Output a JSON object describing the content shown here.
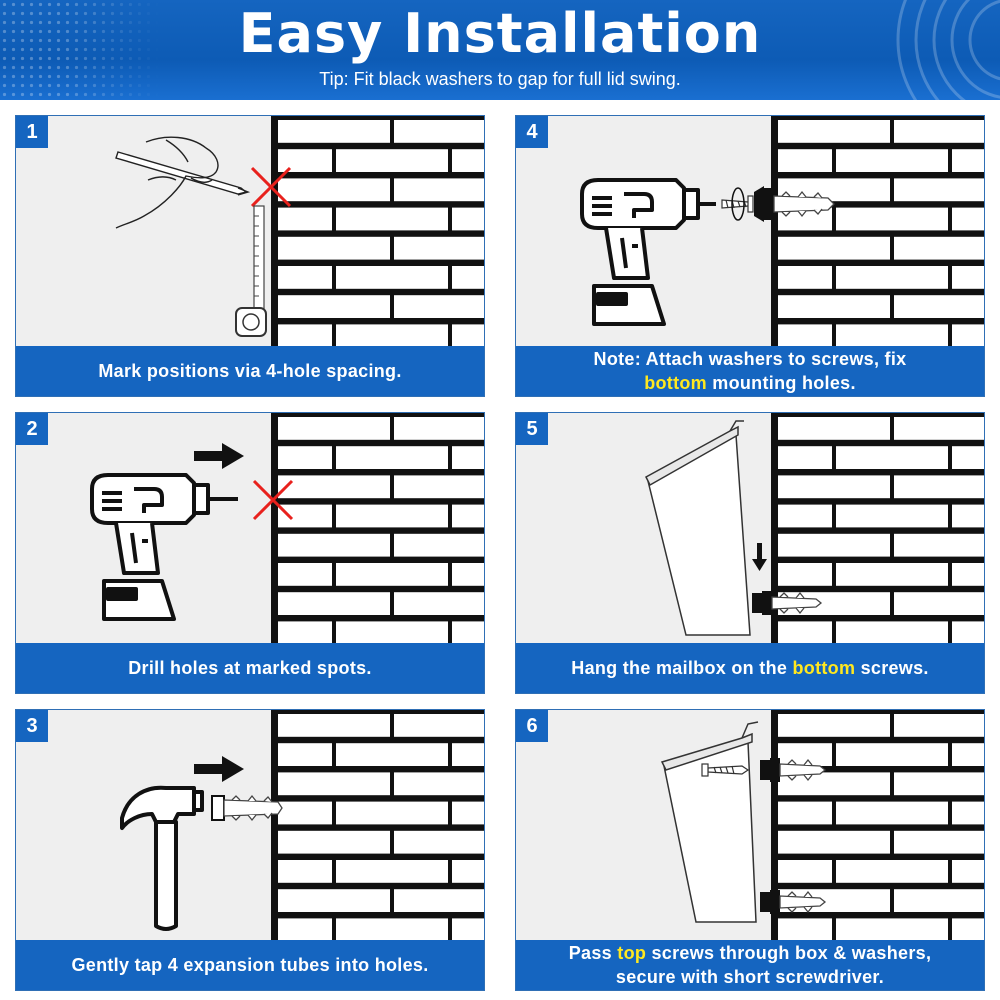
{
  "header": {
    "title": "Easy Installation",
    "tip": "Tip: Fit black washers to gap for full lid swing."
  },
  "colors": {
    "brand_blue": "#1565c0",
    "highlight_yellow": "#ffe81f",
    "mark_red": "#e8211d",
    "panel_bg": "#efefef"
  },
  "steps": [
    {
      "number": "1",
      "caption": "Mark positions via 4-hole spacing.",
      "icons": [
        "pencil-hand-icon",
        "tape-measure-icon",
        "red-x-mark-icon",
        "brick-wall-icon"
      ]
    },
    {
      "number": "2",
      "caption": "Drill holes at marked spots.",
      "icons": [
        "power-drill-icon",
        "arrow-right-icon",
        "red-x-mark-icon",
        "brick-wall-icon"
      ]
    },
    {
      "number": "3",
      "caption": "Gently tap 4 expansion tubes into holes.",
      "icons": [
        "hammer-icon",
        "arrow-right-icon",
        "expansion-tube-icon",
        "brick-wall-icon"
      ]
    },
    {
      "number": "4",
      "caption_line1": "Note: Attach washers to screws, fix",
      "caption_highlight": "bottom",
      "caption_line2_rest": " mounting holes.",
      "icons": [
        "power-drill-icon",
        "screw-icon",
        "washer-icon",
        "expansion-tube-icon",
        "brick-wall-icon"
      ]
    },
    {
      "number": "5",
      "caption_pre": "Hang the mailbox on the ",
      "caption_highlight": "bottom",
      "caption_post": " screws.",
      "icons": [
        "mailbox-icon",
        "arrow-down-icon",
        "washer-icon",
        "expansion-tube-icon",
        "brick-wall-icon"
      ]
    },
    {
      "number": "6",
      "caption_pre": "Pass ",
      "caption_highlight": "top",
      "caption_post": " screws through box & washers,",
      "caption_line2": "secure with short screwdriver.",
      "icons": [
        "mailbox-icon",
        "screw-icon",
        "washer-icon",
        "expansion-tube-icon",
        "brick-wall-icon"
      ]
    }
  ]
}
